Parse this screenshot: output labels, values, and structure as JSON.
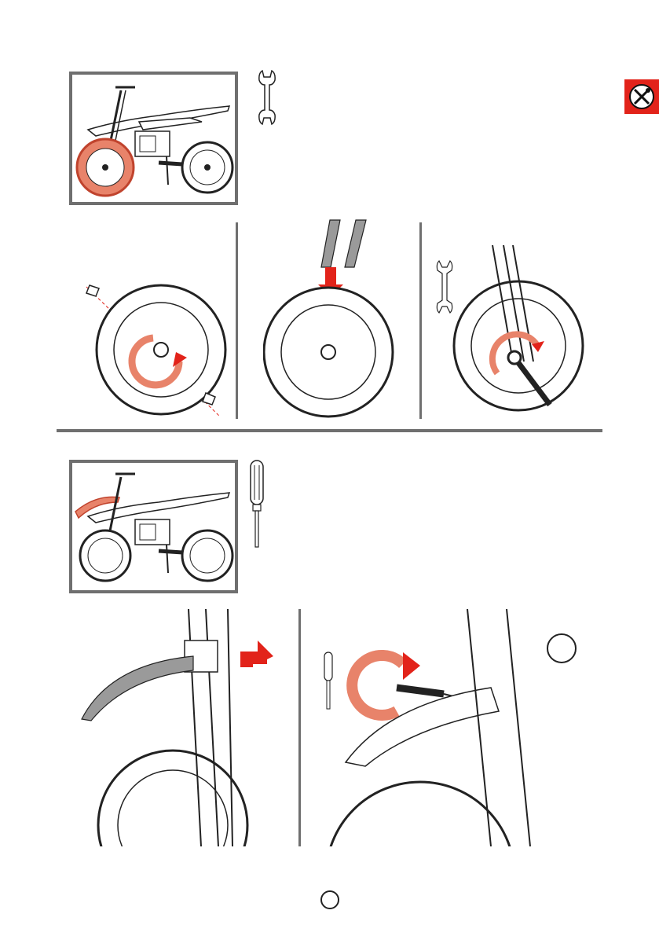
{
  "page": {
    "page_number": "",
    "accent_color": "#e2231a",
    "frame_color": "#6f6f6f"
  },
  "badge": {
    "icon": "tools-icon"
  },
  "section_1": {
    "thumbnail": "bike-front-wheel-highlight",
    "tool_icon": "wrench-icon",
    "steps": [
      "wheel-remove-nuts",
      "wheel-insert-into-fork",
      "wheel-tighten-axle-nut"
    ]
  },
  "section_2": {
    "thumbnail": "bike-front-fender-highlight",
    "tool_icon": "screwdriver-icon",
    "steps": [
      "fender-attach-to-fork",
      "fender-screw-in"
    ]
  }
}
